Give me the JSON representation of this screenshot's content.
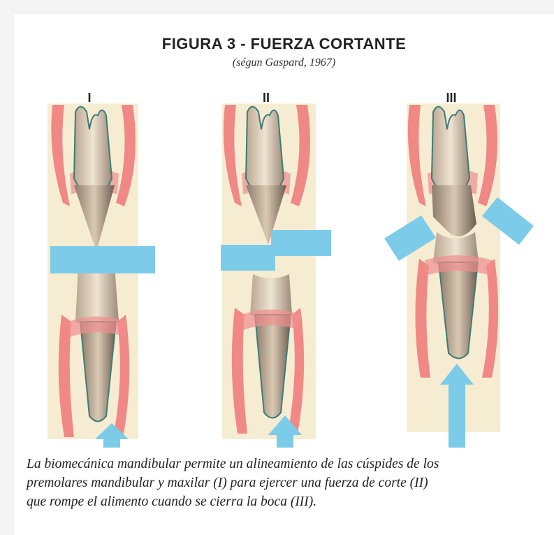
{
  "figure": {
    "title": "FIGURA 3 - FUERZA CORTANTE",
    "subtitle": "(ségun Gaspard, 1967)",
    "panels": [
      {
        "label": "I"
      },
      {
        "label": "II"
      },
      {
        "label": "III"
      }
    ],
    "caption_lines": [
      "La biomecánica mandibular permite un alineamiento de las cúspides de los",
      "premolares mandibular y maxilar (I) para ejercer una fuerza de corte (II)",
      "que rompe el alimento cuando se cierra la boca (III)."
    ],
    "colors": {
      "force": "#7ccbe8",
      "gum": "#ef6f72",
      "bone": "#f6ecd2",
      "tooth": "#d6c5ae",
      "root": "#7c6a5c",
      "outline": "#3c7d78"
    }
  }
}
